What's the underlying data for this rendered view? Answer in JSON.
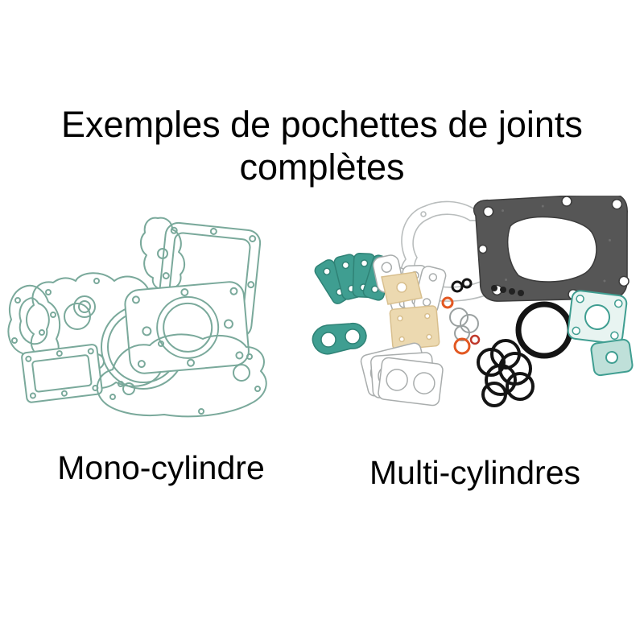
{
  "image": {
    "title_line1": "Exemples de pochettes de joints",
    "title_line2": "complètes",
    "labels": {
      "mono": "Mono-cylindre",
      "multi": "Multi-cylindres"
    },
    "colors": {
      "background": "#ffffff",
      "text": "#000000",
      "mono_gasket_teal": "#7aa99b",
      "multi_teal": "#3f9e91",
      "multi_teal_dark": "#2f8276",
      "dark_gasket": "#565656",
      "tan_gasket": "#ecd9b0",
      "orange_oring": "#e25822",
      "black_oring": "#141414",
      "light_outline": "#b9bdbd"
    }
  }
}
